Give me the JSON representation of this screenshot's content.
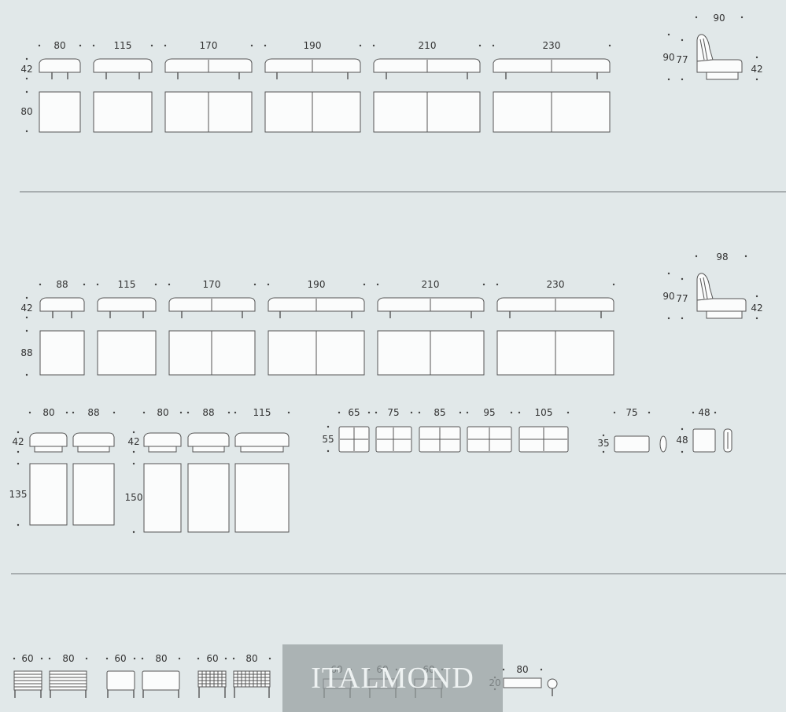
{
  "section1": {
    "widths": [
      "80",
      "115",
      "170",
      "190",
      "210",
      "230"
    ],
    "height": "42",
    "depth": "80",
    "side": {
      "depth": "90",
      "back_height": "90",
      "arm_height": "77",
      "seat_height": "42"
    }
  },
  "section2": {
    "widths": [
      "88",
      "115",
      "170",
      "190",
      "210",
      "230"
    ],
    "height": "42",
    "depth": "88",
    "side": {
      "depth": "98",
      "back_height": "90",
      "arm_height": "77",
      "seat_height": "42"
    }
  },
  "section3": {
    "ottomans_a": {
      "widths": [
        "80",
        "88"
      ],
      "height": "42",
      "depth": "135"
    },
    "ottomans_b": {
      "widths": [
        "80",
        "88",
        "115"
      ],
      "height": "42",
      "depth": "150"
    },
    "cushions": {
      "widths": [
        "65",
        "75",
        "85",
        "95",
        "105"
      ],
      "height": "55"
    },
    "lumbar": {
      "width": "75",
      "height": "35"
    },
    "square_cushion": {
      "width": "48",
      "height": "48"
    }
  },
  "section4": {
    "tables": [
      "60",
      "80",
      "60",
      "80",
      "60",
      "80",
      "60",
      "60",
      "60"
    ],
    "tray": {
      "width": "80",
      "height": "20"
    }
  },
  "watermark": "ITALMOND",
  "colors": {
    "background": "#e1e8e9",
    "line": "#555555",
    "separator": "#6e7577"
  }
}
